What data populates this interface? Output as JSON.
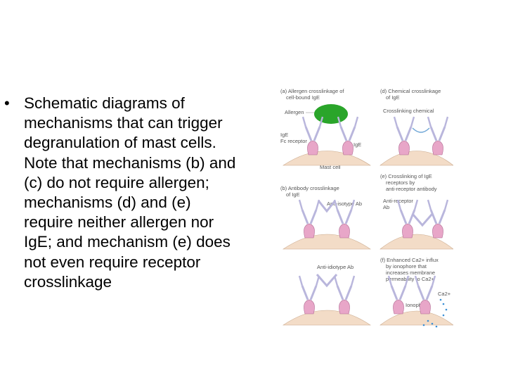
{
  "slide": {
    "bullet_text": "Schematic diagrams of mechanisms that can trigger degranulation of mast cells. Note that mechanisms (b) and (c) do not require allergen; mechanisms (d) and (e) require neither allergen nor IgE; and mechanism (e) does not even require receptor crosslinkage",
    "bullet_lines": [
      "Schematic diagrams of",
      "mechanisms that can trigger",
      "degranulation of mast cells.",
      "Note that mechanisms (b) and",
      "(c) do not require allergen;",
      "mechanisms (d) and (e)",
      "require neither allergen nor",
      "IgE; and mechanism (e) does",
      "not even require receptor",
      "crosslinkage"
    ]
  },
  "figure": {
    "panel_a": {
      "title_l1": "(a) Allergen crosslinkage of",
      "title_l2": "cell-bound IgE",
      "allergen": "Allergen",
      "ige_receptor_l1": "IgE",
      "ige_receptor_l2": "Fc receptor",
      "ige": "IgE",
      "mast_cell": "Mast cell"
    },
    "panel_b": {
      "title_l1": "(b) Antibody crosslinkage",
      "title_l2": "of IgE",
      "label": "Anti-isotype Ab"
    },
    "panel_c": {
      "title_l1": "(c) Anti-idiotype Ab",
      "label": "Anti-idiotype Ab"
    },
    "panel_d": {
      "title_l1": "(d) Chemical crosslinkage",
      "title_l2": "of IgE",
      "label": "Crosslinking chemical"
    },
    "panel_e": {
      "title_l1": "(e) Crosslinking of IgE",
      "title_l2": "receptors by",
      "title_l3": "anti-receptor antibody",
      "label_l1": "Anti-receptor",
      "label_l2": "Ab"
    },
    "panel_f": {
      "title_l1": "(f) Enhanced Ca2+ influx",
      "title_l2": "by ionophore that",
      "title_l3": "increases membrane",
      "title_l4": "permeability to Ca2+",
      "ca_label": "Ca2+",
      "ionophore": "Ionophore"
    },
    "colors": {
      "allergen": "#2aa52a",
      "receptor": "#e8a6c8",
      "antibody": "#b9b6dc",
      "cell": "#f3dcc7"
    }
  }
}
